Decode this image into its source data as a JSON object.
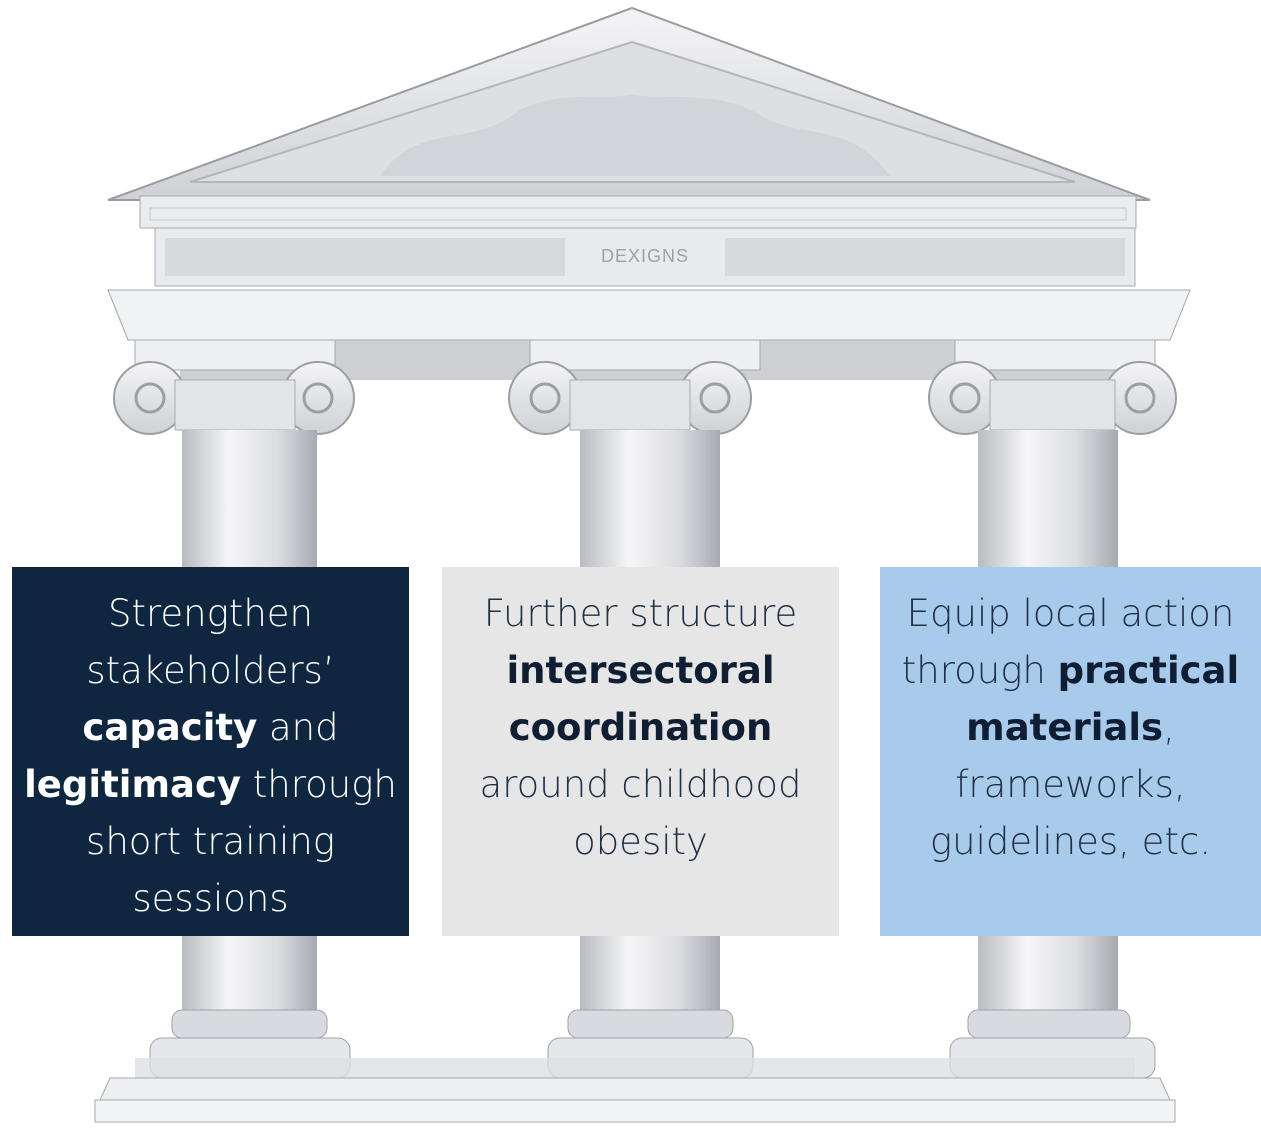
{
  "temple": {
    "frieze_text": "DEXIGNS",
    "stone_color": "#e4e5e8",
    "shadow_color": "#9a9ca2"
  },
  "pillars": [
    {
      "parts": [
        "Strengthen stakeholders’ ",
        "capacity",
        " and ",
        "legitimacy",
        " through short training sessions"
      ],
      "background": "#0f2640"
    },
    {
      "parts": [
        "Further structure ",
        "intersectoral coordination",
        " around childhood obesity"
      ],
      "background": "#e6e6e6"
    },
    {
      "parts": [
        "Equip local action through ",
        "practical materials",
        ", frameworks, guidelines, etc."
      ],
      "background": "#a9cbeb"
    }
  ]
}
